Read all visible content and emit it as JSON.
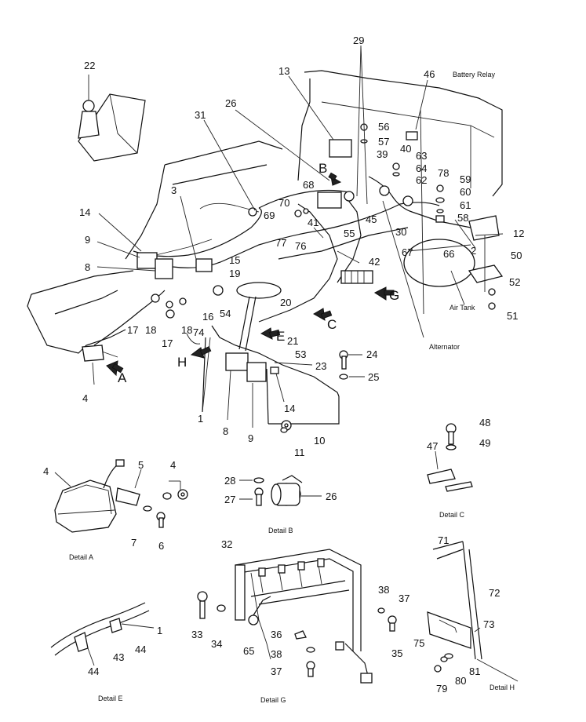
{
  "callouts": {
    "c22": "22",
    "c29": "29",
    "c46": "46",
    "c13": "13",
    "c31": "31",
    "c26": "26",
    "c56": "56",
    "c57": "57",
    "c40": "40",
    "c39": "39",
    "c63": "63",
    "c64": "64",
    "c62": "62",
    "c78": "78",
    "c59": "59",
    "c60": "60",
    "c61": "61",
    "c58": "58",
    "c12": "12",
    "c2": "2",
    "c66": "66",
    "c67": "67",
    "c50": "50",
    "c52": "52",
    "c51": "51",
    "c3": "3",
    "c14a": "14",
    "c9a": "9",
    "c8a": "8",
    "c68": "68",
    "c70": "70",
    "c69": "69",
    "c41": "41",
    "c45": "45",
    "c55": "55",
    "c30": "30",
    "c77": "77",
    "c76": "76",
    "c42": "42",
    "c15": "15",
    "c19": "19",
    "c20": "20",
    "c17a": "17",
    "c18a": "18",
    "c17b": "17",
    "c18b": "18",
    "c16": "16",
    "c54": "54",
    "c74": "74",
    "c21": "21",
    "c53": "53",
    "c23": "23",
    "c24": "24",
    "c25": "25",
    "c4a": "4",
    "c1a": "1",
    "c8b": "8",
    "c9b": "9",
    "c14b": "14",
    "c10": "10",
    "c11": "11",
    "c4b": "4",
    "c5": "5",
    "c4c": "4",
    "c7": "7",
    "c6": "6",
    "c28": "28",
    "c27": "27",
    "c26b": "26",
    "c48": "48",
    "c49": "49",
    "c47": "47",
    "c71": "71",
    "c72": "72",
    "c73": "73",
    "c75": "75",
    "c81": "81",
    "c80": "80",
    "c79": "79",
    "c32": "32",
    "c38a": "38",
    "c37a": "37",
    "c33": "33",
    "c34": "34",
    "c65": "65",
    "c36": "36",
    "c38b": "38",
    "c37b": "37",
    "c35": "35",
    "c1b": "1",
    "c44a": "44",
    "c43": "43",
    "c44b": "44"
  },
  "view_letters": {
    "A": "A",
    "B": "B",
    "C": "C",
    "E": "E",
    "G": "G",
    "H": "H"
  },
  "captions": {
    "battery_relay": "Battery Relay",
    "air_tank": "Air Tank",
    "alternator": "Alternator",
    "detail_a": "Detail A",
    "detail_b": "Detail B",
    "detail_c": "Detail C",
    "detail_h": "Detail H",
    "detail_e": "Detail E",
    "detail_g": "Detail G"
  }
}
